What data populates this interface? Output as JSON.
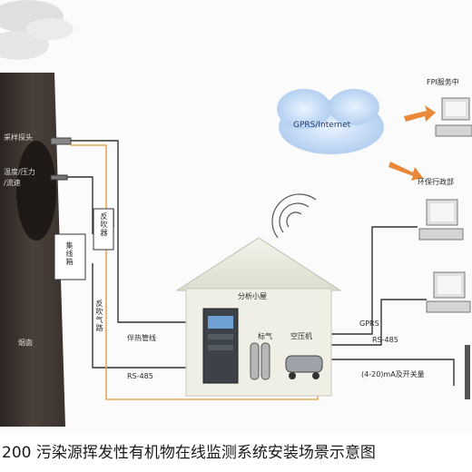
{
  "diagram": {
    "labels": {
      "sampling_probe": "采样探头",
      "temp_pressure": "温度/压力",
      "flow_speed": "/流速",
      "junction_box": "集线箱",
      "backflush": "反吹器",
      "backflush_gas_line": "反吹气路",
      "heated_line": "伴热管线",
      "rs485_left": "RS-485",
      "analysis_house": "分析小屋",
      "standard_gas": "标气",
      "air_compressor": "空压机",
      "gprs_internet": "GPRS/Internet",
      "fpi_server": "FPI服务中",
      "portable_terminal": "环保行政部",
      "gprs_small": "GPRS",
      "rs485_right": "RS-485",
      "analog_output": "(4-20)mA及开关量",
      "flue_gas": "烟囱"
    },
    "caption": "200 污染源挥发性有机物在线监测系统安装场景示意图"
  }
}
